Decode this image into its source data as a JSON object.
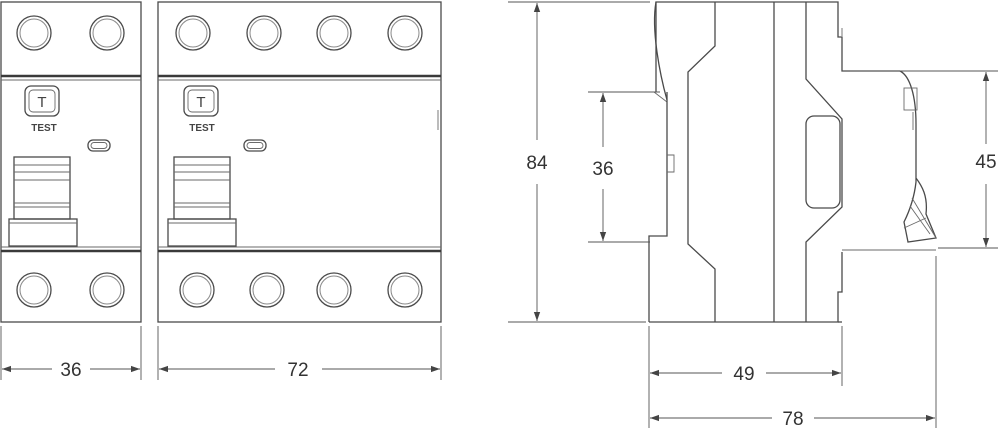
{
  "front_view": {
    "test_label": "TEST",
    "test_button_letter": "T",
    "two_pole_width": "36",
    "four_pole_width": "72"
  },
  "side_view": {
    "height_total": "84",
    "height_rail": "36",
    "height_front": "45",
    "depth_body": "49",
    "depth_total": "78"
  }
}
